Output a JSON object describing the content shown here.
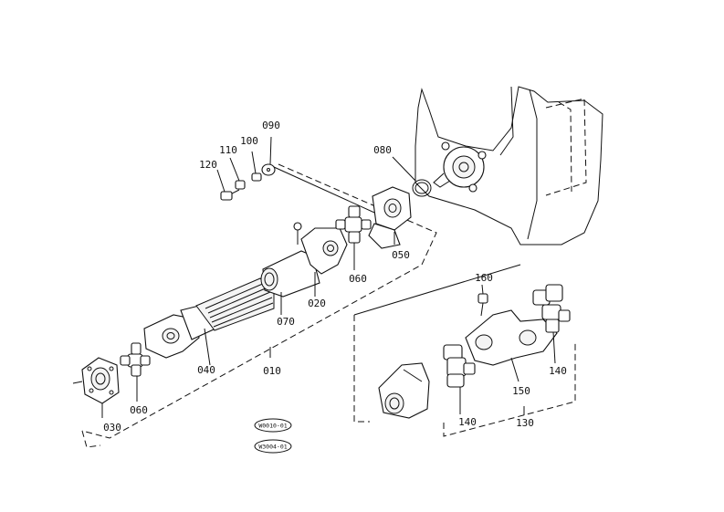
{
  "diagram": {
    "labels": {
      "p010": "010",
      "p020": "020",
      "p030": "030",
      "p040": "040",
      "p050": "050",
      "p060a": "060",
      "p060b": "060",
      "p070": "070",
      "p080": "080",
      "p090": "090",
      "p100": "100",
      "p110": "110",
      "p120": "120",
      "p130": "130",
      "p140a": "140",
      "p140b": "140",
      "p150": "150",
      "p160": "160"
    },
    "tags": {
      "tag1": "W0010-01",
      "tag2": "W3004-01"
    }
  }
}
